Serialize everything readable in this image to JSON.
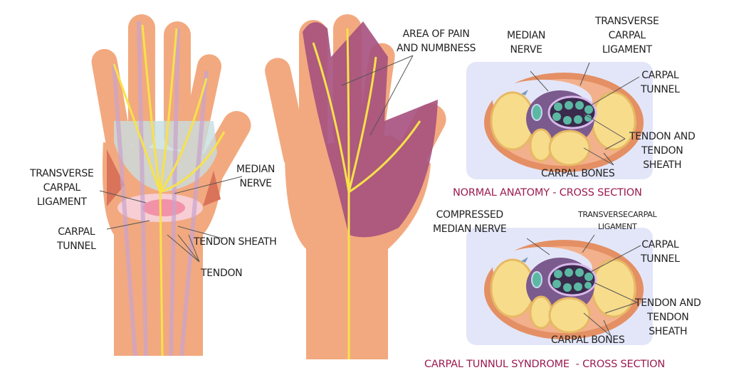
{
  "hand_palm": {
    "transverse_carpal_ligament": "TRANSVERSE\nCARPAL\nLIGAMENT",
    "median_nerve": "MEDIAN\nNERVE",
    "carpal_tunnel": "CARPAL\nTUNNEL",
    "tendon_sheath": "TENDON SHEATH",
    "tendon": "TENDON"
  },
  "hand_symptoms": {
    "area_of_pain": "AREA OF PAIN\nAND NUMBNESS"
  },
  "normal_section": {
    "median_nerve": "MEDIAN\nNERVE",
    "transverse_carpal_ligament": "TRANSVERSE\nCARPAL\nLIGAMENT",
    "carpal_tunnel": "CARPAL\nTUNNEL",
    "tendon_and_sheath": "TENDON AND\nTENDON\nSHEATH",
    "carpal_bones": "CARPAL BONES",
    "caption": "NORMAL ANATOMY - CROSS SECTION"
  },
  "syndrome_section": {
    "compressed_median_nerve": "COMPRESSED\nMEDIAN NERVE",
    "transverse_carpal_ligament": "TRANSVERSECARPAL\nLIGAMENT",
    "carpal_tunnel": "CARPAL\nTUNNEL",
    "tendon_and_sheath": "TENDON AND\nTENDON\nSHEATH",
    "carpal_bones": "CARPAL BONES",
    "caption": "CARPAL TUNNUL SYNDROME  - CROSS SECTION"
  },
  "colors": {
    "skin": "#f2a97f",
    "nerve": "#f7e24a",
    "pain": "#a6507e",
    "caption": "#9b1c4f",
    "panel": "#e3e6f8"
  }
}
